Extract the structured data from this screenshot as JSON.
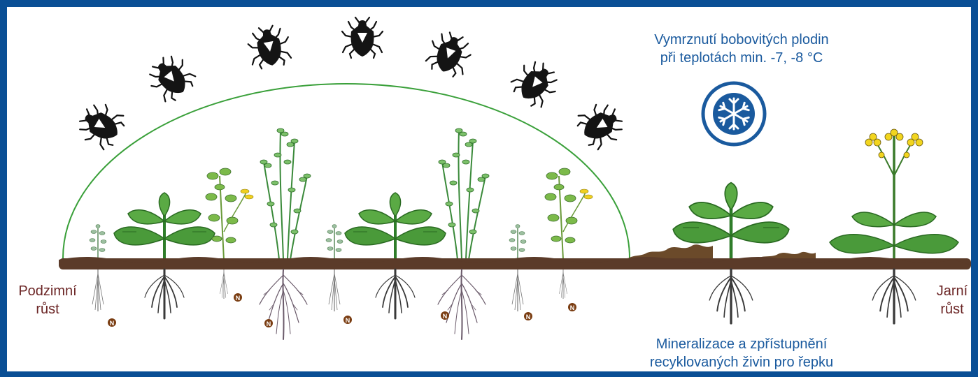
{
  "labels": {
    "autumn_line1": "Podzimní",
    "autumn_line2": "růst",
    "spring_line1": "Jarní",
    "spring_line2": "růst",
    "frost_line1": "Vymrznutí bobovitých plodin",
    "frost_line2": "při teplotách min. -7, -8 °C",
    "mineral_line1": "Mineralizace a zpřístupnění",
    "mineral_line2": "recyklovaných živin pro řepku",
    "nitrogen": "N"
  },
  "colors": {
    "frame": "#0a4f95",
    "soil": "#5b3b29",
    "arc": "#3aa03a",
    "leaf": "#4a9a3a",
    "nodule": "#7a3d12",
    "flower": "#f0d020"
  },
  "icons": [
    "shield-bug-icon",
    "snowflake-icon",
    "nitrogen-nodule-icon"
  ]
}
